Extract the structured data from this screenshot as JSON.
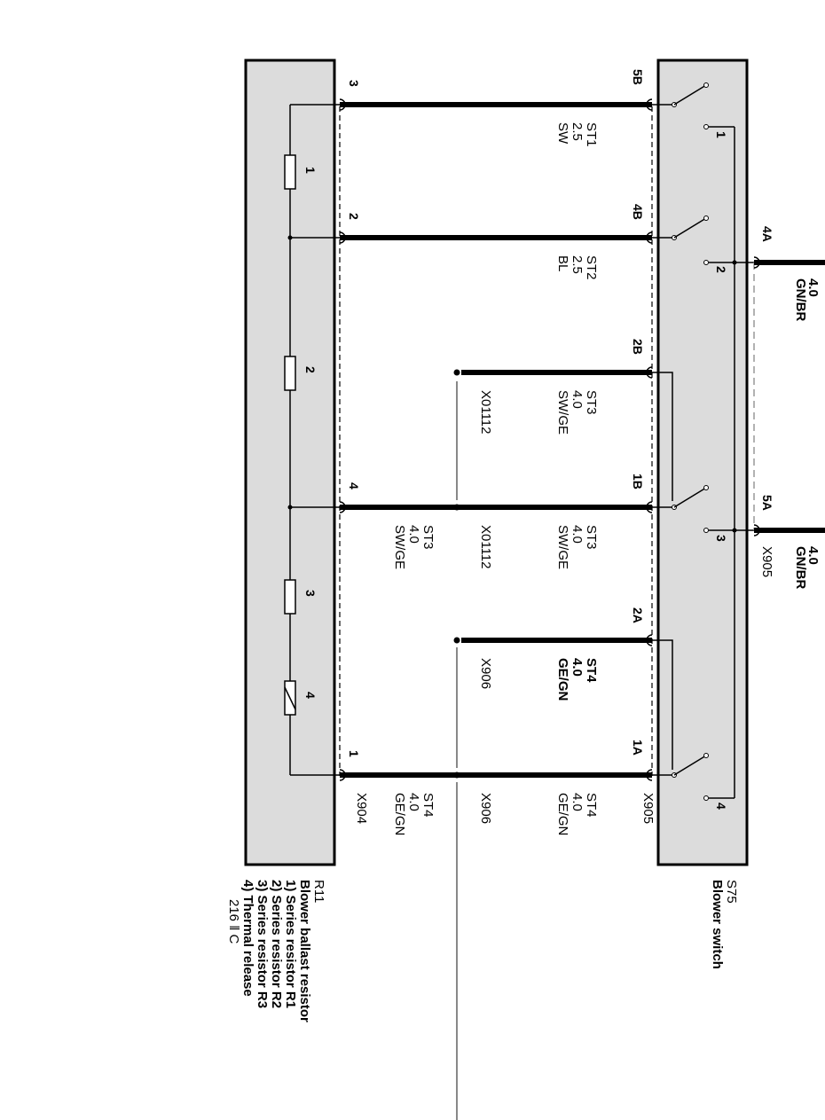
{
  "components": {
    "switch": {
      "id": "S75",
      "name": "Blower switch",
      "connector": "X905",
      "inputs": [
        {
          "pin": "4A",
          "size": "4.0",
          "color": "GN/BR"
        },
        {
          "pin": "5A",
          "size": "4.0",
          "color": "GN/BR"
        }
      ],
      "positions": [
        "1",
        "2",
        "3",
        "4"
      ]
    },
    "resistor": {
      "id": "R11",
      "name": "Blower ballast resistor",
      "legend": [
        "1) Series resistor R1",
        "2) Series resistor R2",
        "3) Series resistor R3",
        "4) Thermal release"
      ],
      "code": "216 ‖ C",
      "connector": "X904",
      "elements": [
        "1",
        "2",
        "3",
        "4"
      ],
      "pins": [
        "3",
        "2",
        "4",
        "1"
      ]
    }
  },
  "wires": [
    {
      "from_pin": "5B",
      "to_pin": "3",
      "conn": "ST1",
      "size": "2.5",
      "color": "SW"
    },
    {
      "from_pin": "4B",
      "to_pin": "2",
      "conn": "ST2",
      "size": "2.5",
      "color": "BL"
    },
    {
      "from_pin": "2B",
      "conn": "ST3",
      "size": "4.0",
      "color": "SW/GE",
      "splice": "X01112"
    },
    {
      "from_pin": "1B",
      "to_pin": "4",
      "conn": "ST3",
      "size": "4.0",
      "color": "SW/GE",
      "splice": "X01112",
      "r_conn": "ST3",
      "r_size": "4.0",
      "r_color": "SW/GE"
    },
    {
      "from_pin": "2A",
      "conn": "ST4",
      "size": "4.0",
      "color": "GE/GN",
      "splice": "X906"
    },
    {
      "from_pin": "1A",
      "to_pin": "1",
      "conn": "ST4",
      "size": "4.0",
      "color": "GE/GN",
      "splice": "X906",
      "r_conn": "ST4",
      "r_size": "4.0",
      "r_color": "GE/GN"
    }
  ]
}
